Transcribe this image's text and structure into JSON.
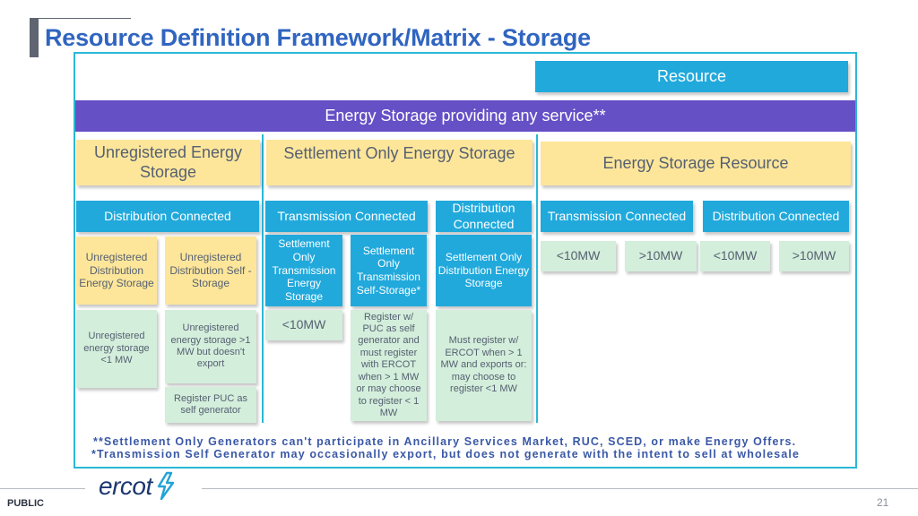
{
  "title": "Resource Definition Framework/Matrix - Storage",
  "resource_label": "Resource",
  "band_label": "Energy Storage providing any service**",
  "categories": {
    "unregistered": "Unregistered Energy Storage",
    "settlement_only": "Settlement Only Energy Storage",
    "esr": "Energy Storage Resource"
  },
  "connections": {
    "c1": "Distribution Connected",
    "c2": "Transmission Connected",
    "c3": "Distribution Connected",
    "c4": "Transmission Connected",
    "c5": "Distribution Connected"
  },
  "types": {
    "t1": "Unregistered Distribution Energy Storage",
    "t2": "Unregistered Distribution Self -Storage",
    "t3": "Settlement Only Transmission Energy Storage",
    "t4": "Settlement Only Transmission Self-Storage*",
    "t5": "Settlement Only Distribution Energy Storage"
  },
  "mw": {
    "m1": "<10MW",
    "m2": ">10MW",
    "m3": "<10MW",
    "m4": ">10MW"
  },
  "details": {
    "d1": "Unregistered energy storage <1 MW",
    "d2": "Unregistered energy storage >1 MW but doesn't export",
    "d2b": "Register PUC as self generator",
    "d3": "<10MW",
    "d4": "Register w/ PUC as self generator and must register with ERCOT when > 1 MW or may choose to register < 1 MW",
    "d5": "Must register w/ ERCOT when > 1 MW and exports or: may choose to register <1 MW"
  },
  "notes": {
    "n1": "**Settlement Only Generators can't participate in Ancillary Services Market, RUC, SCED, or make Energy Offers.",
    "n2": "*Transmission Self Generator may occasionally export, but does not generate with the intent to sell at wholesale"
  },
  "footer": {
    "classification": "PUBLIC",
    "logo": "ercot",
    "page": "21"
  },
  "colors": {
    "title": "#3065c0",
    "cyan": "#21a9dc",
    "purple": "#6550c6",
    "yellow": "#fde69a",
    "green": "#d3eedb",
    "frame": "#2ab8d6"
  }
}
